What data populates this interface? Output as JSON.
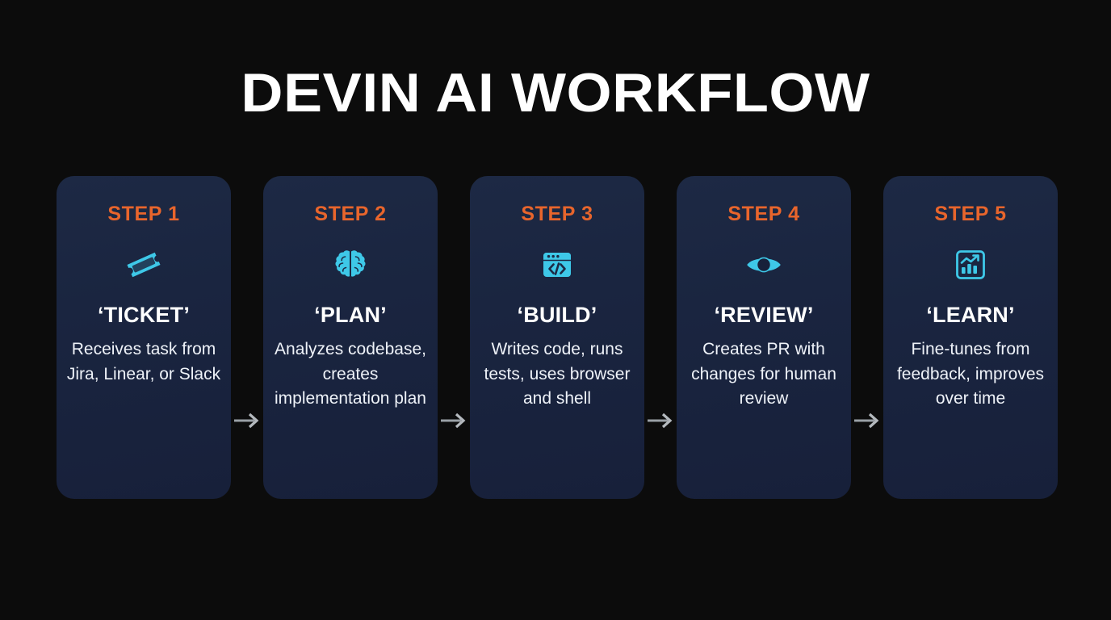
{
  "header": {
    "title": "DEVIN AI WORKFLOW"
  },
  "theme": {
    "background": "#0c0c0c",
    "card_background": "#1a2540",
    "step_label_color": "#e8652c",
    "title_color": "#ffffff",
    "icon_color": "#3ec8e8",
    "description_color": "#eef2f8",
    "arrow_color": "#9aa0a6"
  },
  "flow": {
    "connector_symbol": "arrow-right",
    "steps": [
      {
        "step_label": "STEP 1",
        "icon": "ticket-icon",
        "title": "‘TICKET’",
        "description": "Receives task from Jira, Linear, or Slack"
      },
      {
        "step_label": "STEP 2",
        "icon": "brain-icon",
        "title": "‘PLAN’",
        "description": "Analyzes codebase, creates implementation plan"
      },
      {
        "step_label": "STEP 3",
        "icon": "code-window-icon",
        "title": "‘BUILD’",
        "description": "Writes code, runs tests, uses browser and shell"
      },
      {
        "step_label": "STEP 4",
        "icon": "eye-icon",
        "title": "‘REVIEW’",
        "description": "Creates PR with changes for human review"
      },
      {
        "step_label": "STEP 5",
        "icon": "chart-growth-icon",
        "title": "‘LEARN’",
        "description": "Fine-tunes from feedback, improves over time"
      }
    ]
  }
}
